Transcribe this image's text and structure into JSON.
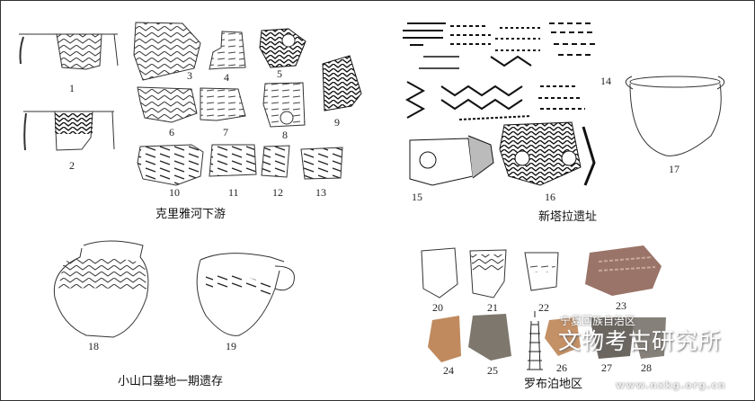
{
  "figure_numbers": [
    "1",
    "2",
    "3",
    "4",
    "5",
    "6",
    "7",
    "8",
    "9",
    "10",
    "11",
    "12",
    "13",
    "14",
    "15",
    "16",
    "17",
    "18",
    "19",
    "20",
    "21",
    "22",
    "23",
    "24",
    "25",
    "26",
    "27",
    "28"
  ],
  "captions": {
    "keriya": "克里雅河下游",
    "xintala": "新塔拉遗址",
    "xiaoshankou": "小山口墓地一期遗存",
    "lopnur": "罗布泊地区"
  },
  "watermark": {
    "line1": "宁夏回族自治区",
    "line2": "文物考古研究所",
    "url": "www.nxkg.org.cn"
  }
}
